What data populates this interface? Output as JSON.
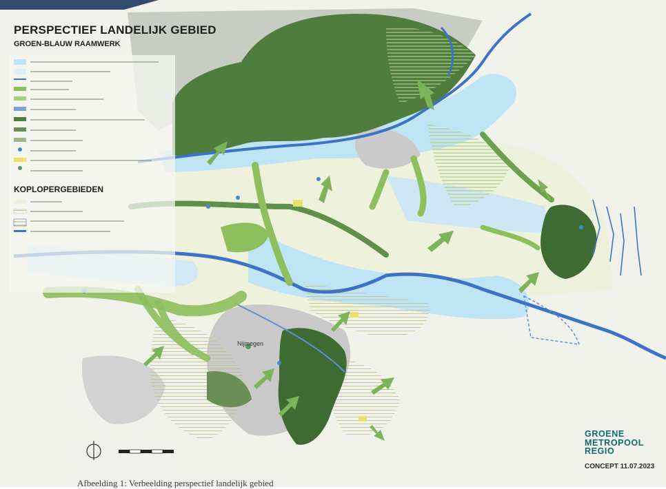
{
  "map": {
    "title": "PERSPECTIEF LANDELIJK GEBIED",
    "subtitle": "GROEN-BLAUW RAAMWERK",
    "section_heading": "KOPLOPERGEBIEDEN",
    "city_label": "Nijmegen",
    "logo_lines": [
      "GROENE",
      "METROPOOL",
      "REGIO"
    ],
    "concept_label": "CONCEPT 11.07.2023",
    "caption": "Afbeelding 1: Verbeelding perspectief landelijk gebied",
    "colors": {
      "forest": "#4f7d3e",
      "green_corridor": "#8dbf5c",
      "river": "#3c73c4",
      "floodplain": "#bfe4f3",
      "urban": "#c9c9c9",
      "agriculture": "#eef1dc",
      "koploper_hatch": "#cfd39c"
    }
  }
}
